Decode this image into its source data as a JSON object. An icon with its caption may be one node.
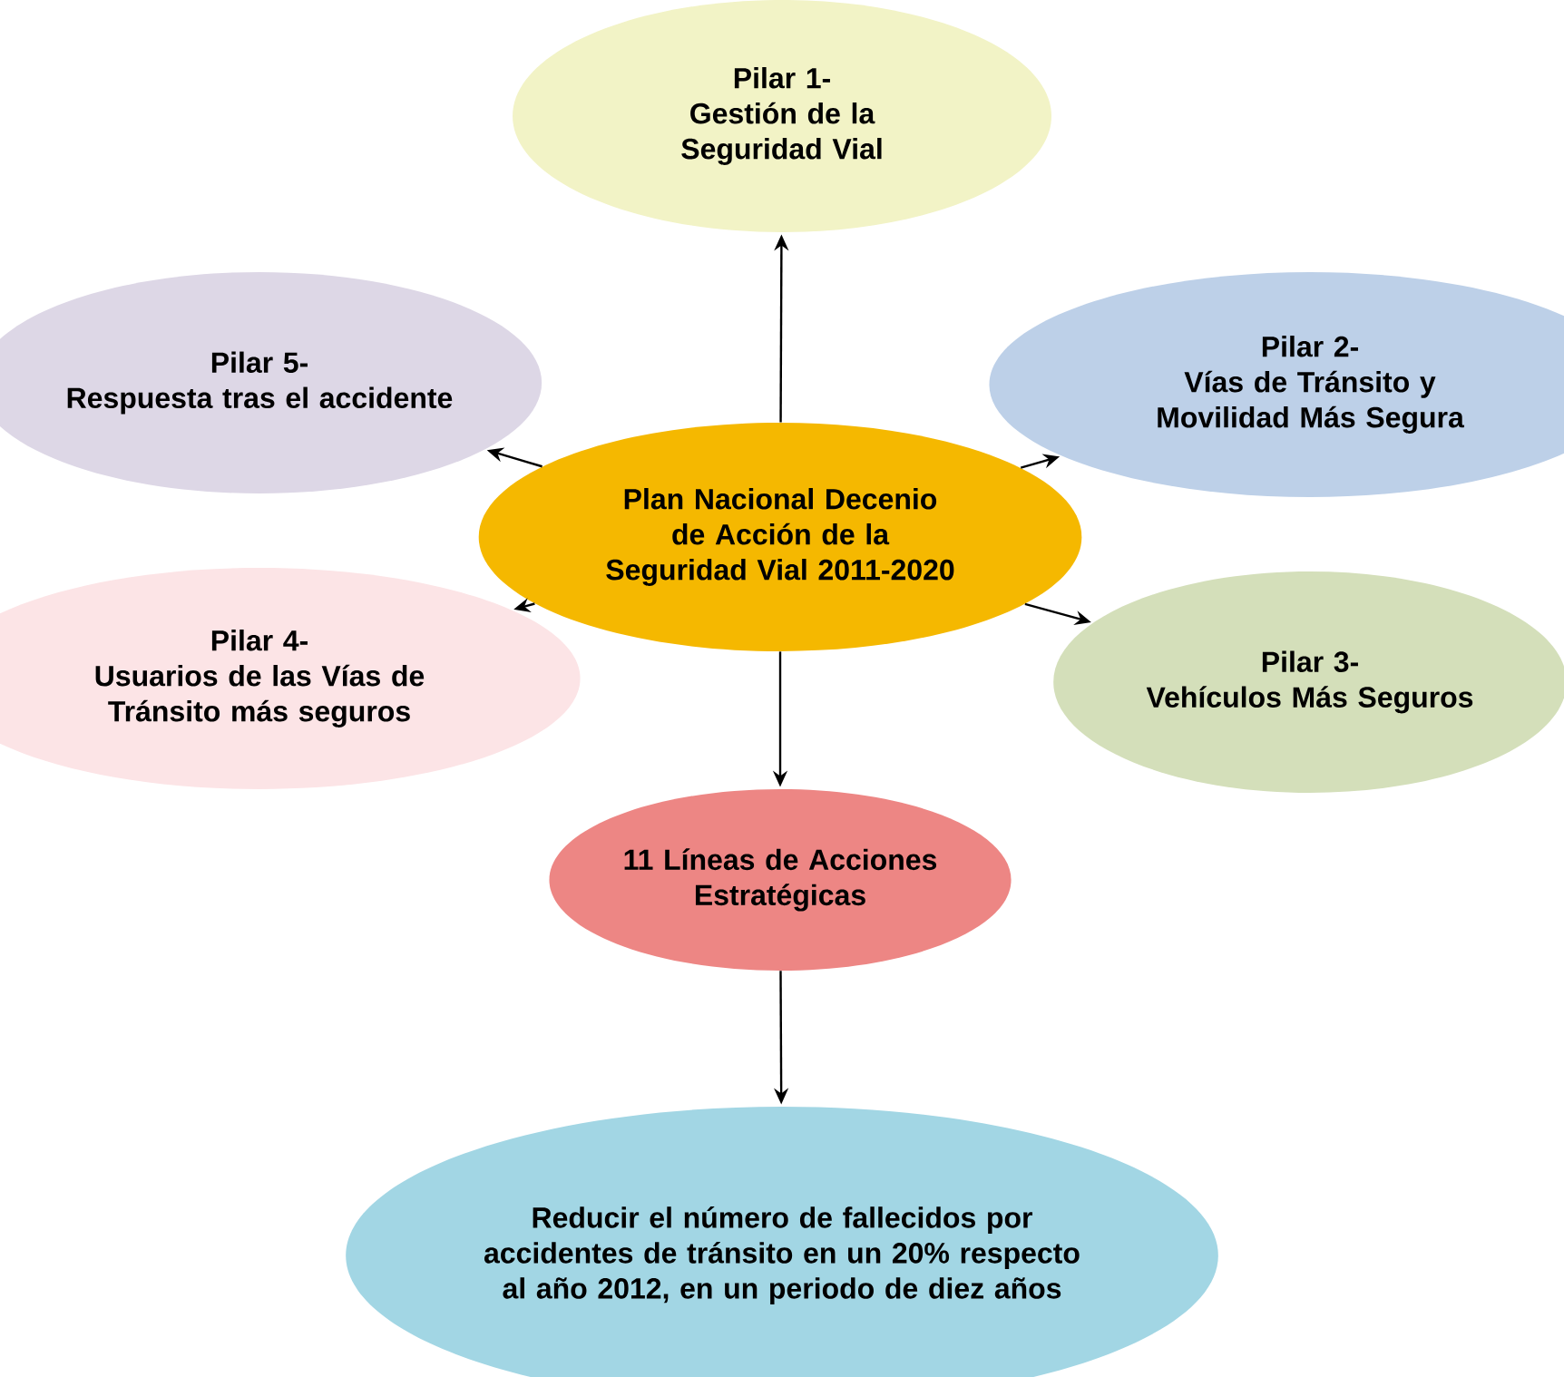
{
  "diagram": {
    "nodes": [
      {
        "text": [
          "Pilar 1-",
          "Gestión de la Seguridad Vial"
        ]
      },
      {
        "text": [
          "Pilar 5-",
          "Respuesta tras el accidente"
        ]
      },
      {
        "text": [
          "Pilar 2-",
          "Vías de Tránsito y Movilidad Más Segura"
        ]
      },
      {
        "text": [
          "Plan Nacional Decenio de Acción de la Seguridad Vial 2011-2020"
        ]
      },
      {
        "text": [
          "Pilar 4-",
          "Usuarios de las Vías de Tránsito más seguros"
        ]
      },
      {
        "text": [
          "Pilar 3-",
          "Vehículos Más Seguros"
        ]
      },
      {
        "text": [
          "11 Líneas de Acciones Estratégicas"
        ]
      },
      {
        "text": [
          "Reducir el número de fallecidos por accidentes de tránsito en un 20% respecto al año 2012, en un periodo de diez años"
        ]
      }
    ],
    "edges": [
      {
        "from": 3,
        "to": 0,
        "arrow": "to"
      },
      {
        "from": 3,
        "to": 1,
        "arrow": "to"
      },
      {
        "from": 3,
        "to": 2,
        "arrow": "to"
      },
      {
        "from": 3,
        "to": 4,
        "arrow": "to"
      },
      {
        "from": 3,
        "to": 5,
        "arrow": "to"
      },
      {
        "from": 3,
        "to": 6,
        "arrow": "to"
      },
      {
        "from": 6,
        "to": 7,
        "arrow": "to"
      }
    ]
  }
}
